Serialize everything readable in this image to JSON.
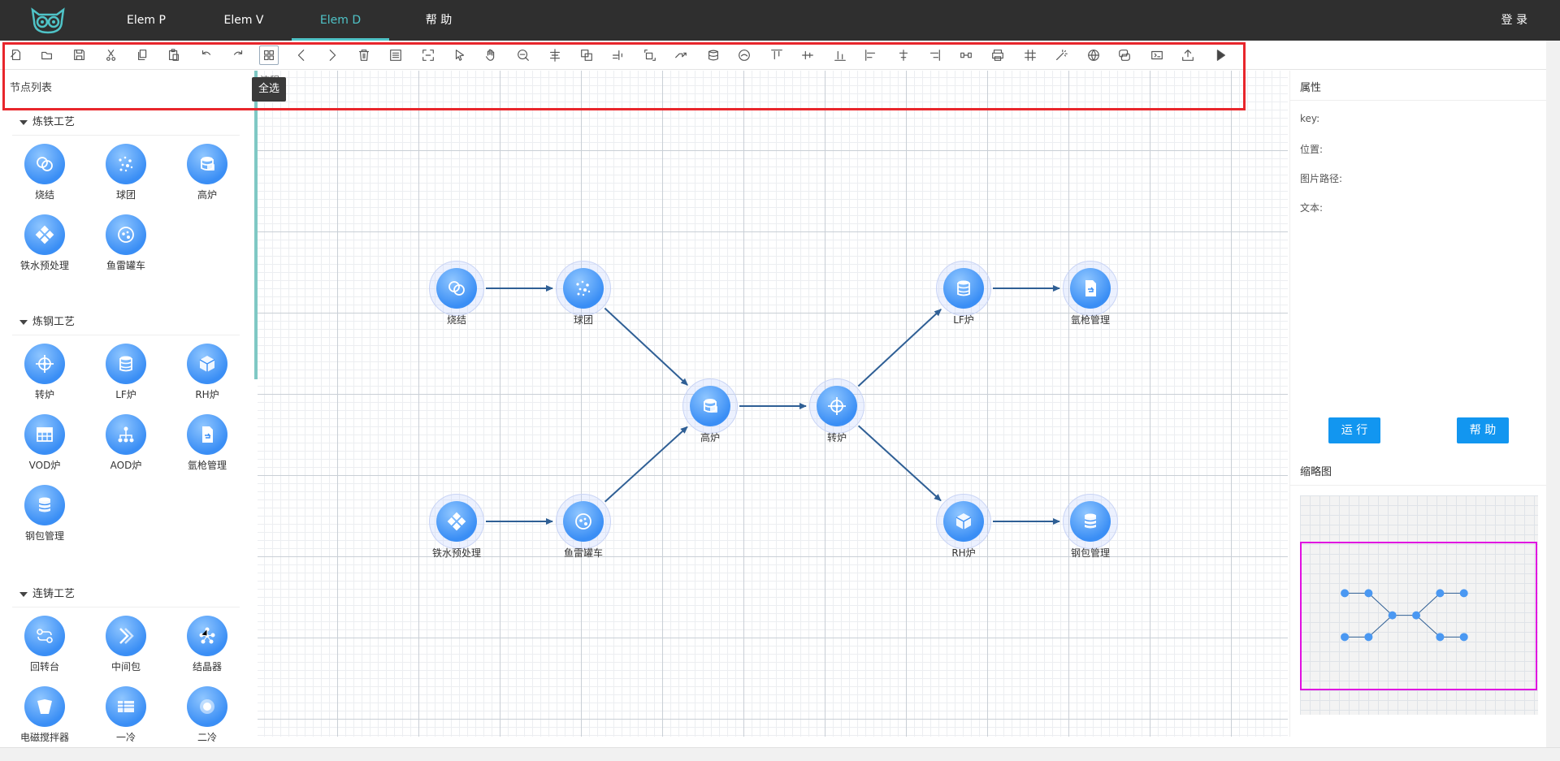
{
  "nav": {
    "items": [
      {
        "label": "Elem P",
        "active": false
      },
      {
        "label": "Elem V",
        "active": false
      },
      {
        "label": "Elem D",
        "active": true
      },
      {
        "label": "帮 助",
        "active": false
      }
    ],
    "login": "登 录",
    "accent": "#4fc3c7"
  },
  "toolbar": {
    "icons": [
      "new-icon",
      "open-icon",
      "save-icon",
      "cut-icon",
      "copy-icon",
      "paste-icon",
      "undo-icon",
      "redo-icon",
      "select-all-icon",
      "prev-icon",
      "next-icon",
      "delete-icon",
      "zoom-fit-icon",
      "zoom-center-icon",
      "pointer-icon",
      "hand-icon",
      "zoom-out-icon",
      "align-center-icon",
      "group-icon",
      "ungroup-icon",
      "resize-icon",
      "link-icon",
      "database-icon",
      "cloud-icon",
      "align-top-icon",
      "align-middle-icon",
      "align-bottom-icon",
      "align-left-icon",
      "align-hcenter-icon",
      "align-right-icon",
      "distribute-icon",
      "print-icon",
      "grid-icon",
      "magic-icon",
      "globe-icon",
      "python-icon",
      "ruler-icon",
      "export-icon",
      "run-icon"
    ],
    "selected_index": 8,
    "tooltip": "全选"
  },
  "palette": {
    "title": "节点列表",
    "sections": [
      {
        "title": "炼铁工艺",
        "items": [
          {
            "label": "烧结",
            "icon": "sinter-icon"
          },
          {
            "label": "球团",
            "icon": "pellet-icon"
          },
          {
            "label": "高炉",
            "icon": "blast-furnace-icon"
          },
          {
            "label": "铁水预处理",
            "icon": "pretreatment-icon"
          },
          {
            "label": "鱼雷罐车",
            "icon": "torpedo-car-icon"
          }
        ]
      },
      {
        "title": "炼钢工艺",
        "items": [
          {
            "label": "转炉",
            "icon": "converter-icon"
          },
          {
            "label": "LF炉",
            "icon": "lf-furnace-icon"
          },
          {
            "label": "RH炉",
            "icon": "rh-furnace-icon"
          },
          {
            "label": "VOD炉",
            "icon": "vod-furnace-icon"
          },
          {
            "label": "AOD炉",
            "icon": "aod-furnace-icon"
          },
          {
            "label": "氩枪管理",
            "icon": "argon-lance-icon"
          },
          {
            "label": "钢包管理",
            "icon": "ladle-icon"
          }
        ]
      },
      {
        "title": "连铸工艺",
        "items": [
          {
            "label": "回转台",
            "icon": "turret-icon"
          },
          {
            "label": "中间包",
            "icon": "tundish-icon"
          },
          {
            "label": "结晶器",
            "icon": "mold-icon"
          },
          {
            "label": "电磁搅拌器",
            "icon": "stirrer-icon"
          },
          {
            "label": "一冷",
            "icon": "primary-cooling-icon"
          },
          {
            "label": "二冷",
            "icon": "secondary-cooling-icon"
          }
        ]
      }
    ]
  },
  "canvas": {
    "label": "流程.",
    "nodes": [
      {
        "id": "n1",
        "label": "烧结",
        "icon": "sinter-icon"
      },
      {
        "id": "n2",
        "label": "球团",
        "icon": "pellet-icon"
      },
      {
        "id": "n3",
        "label": "高炉",
        "icon": "blast-furnace-icon"
      },
      {
        "id": "n4",
        "label": "转炉",
        "icon": "converter-icon"
      },
      {
        "id": "n5",
        "label": "LF炉",
        "icon": "lf-furnace-icon"
      },
      {
        "id": "n6",
        "label": "氩枪管理",
        "icon": "argon-lance-icon"
      },
      {
        "id": "n7",
        "label": "铁水预处理",
        "icon": "pretreatment-icon"
      },
      {
        "id": "n8",
        "label": "鱼雷罐车",
        "icon": "torpedo-car-icon"
      },
      {
        "id": "n9",
        "label": "RH炉",
        "icon": "rh-furnace-icon"
      },
      {
        "id": "n10",
        "label": "钢包管理",
        "icon": "ladle-icon"
      }
    ],
    "edges": [
      [
        "n1",
        "n2"
      ],
      [
        "n2",
        "n3"
      ],
      [
        "n7",
        "n8"
      ],
      [
        "n8",
        "n3"
      ],
      [
        "n3",
        "n4"
      ],
      [
        "n4",
        "n5"
      ],
      [
        "n5",
        "n6"
      ],
      [
        "n4",
        "n9"
      ],
      [
        "n9",
        "n10"
      ]
    ],
    "edge_color": "#2f5f95"
  },
  "props": {
    "title": "属性",
    "rows": [
      "key:",
      "位置:",
      "图片路径:",
      "文本:"
    ],
    "run_button": "运 行",
    "help_button": "帮 助",
    "overview_title": "缩略图",
    "button_color": "#1296f0",
    "viewport_color": "#e010e0"
  }
}
